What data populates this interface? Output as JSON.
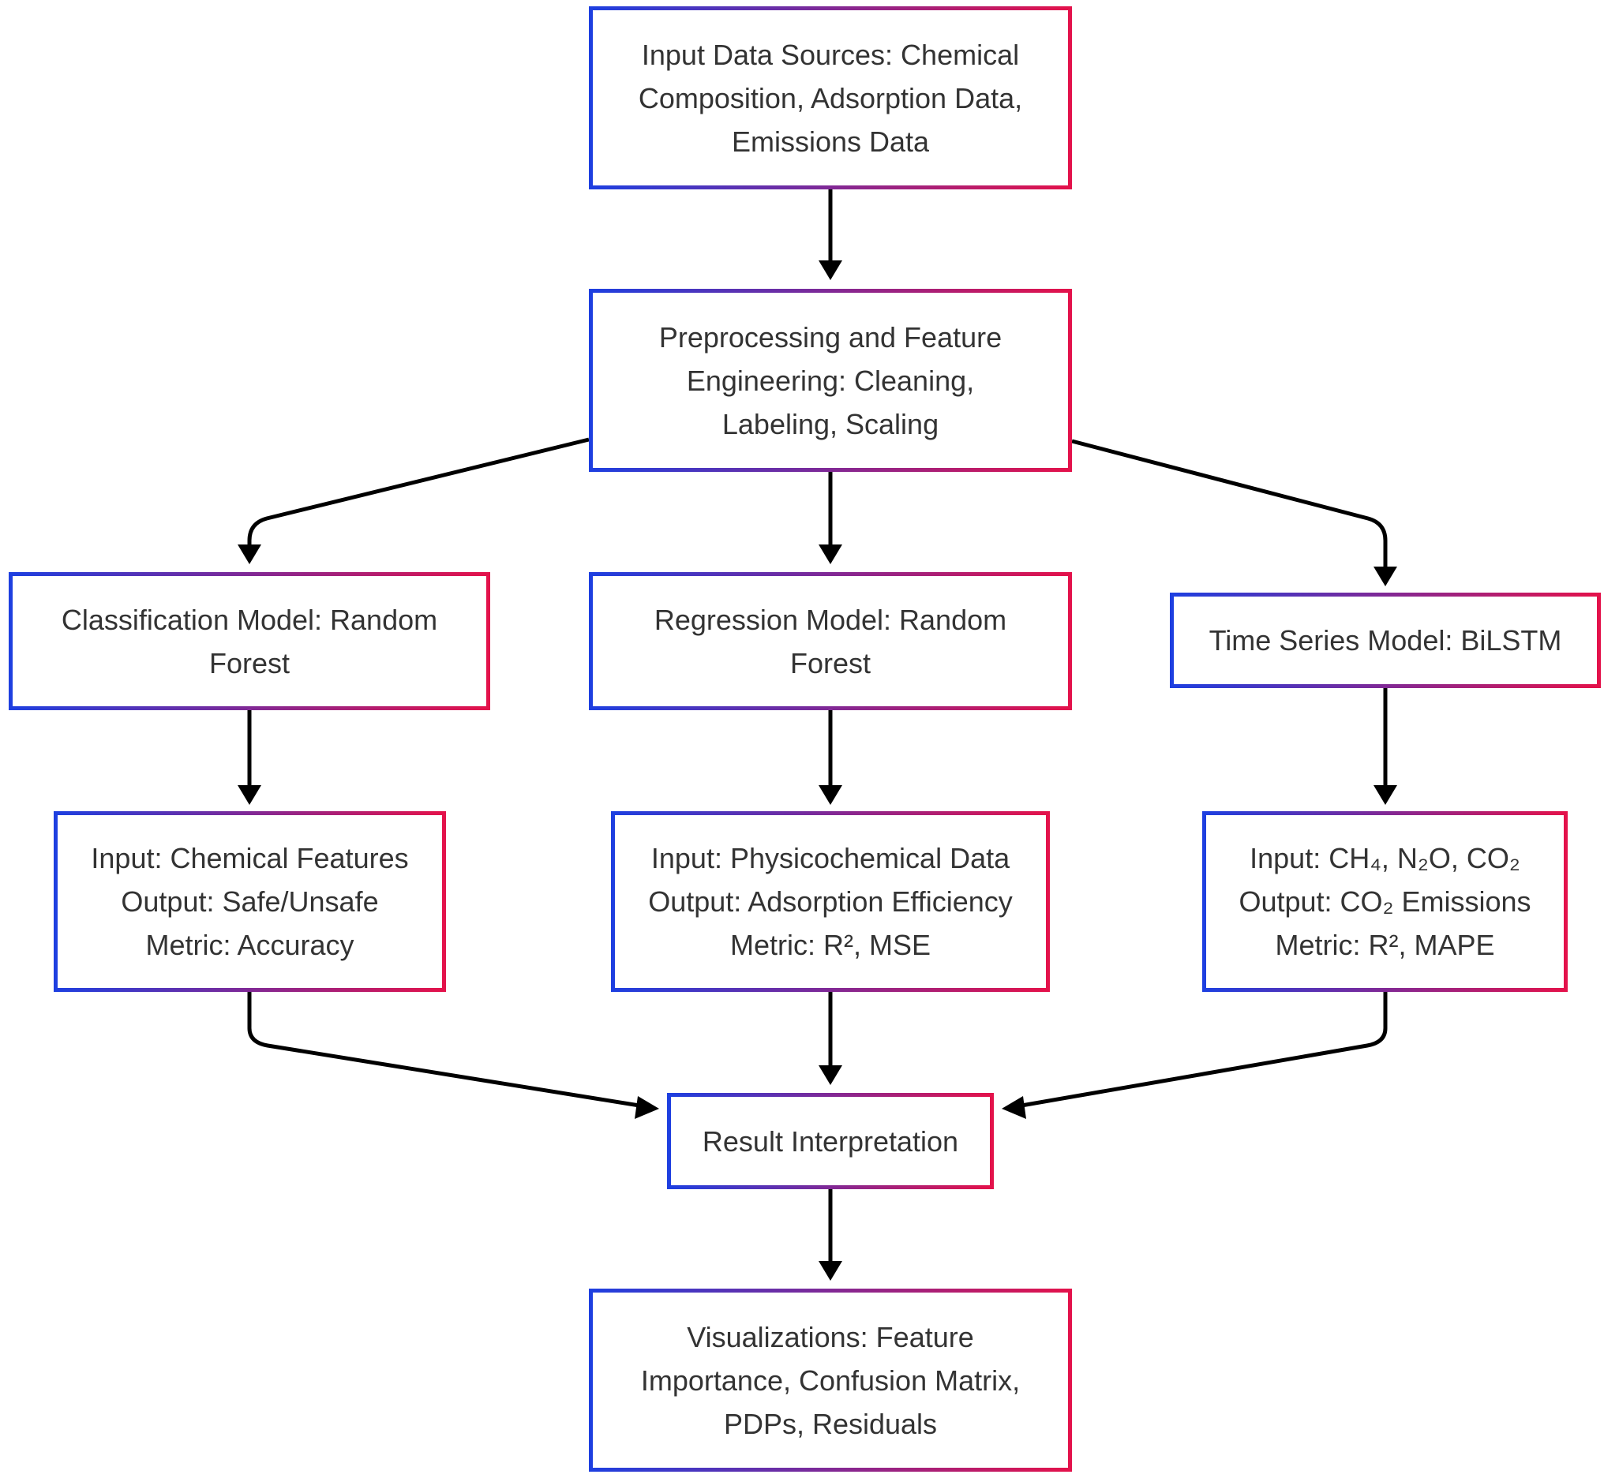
{
  "nodes": {
    "input_sources": {
      "lines": [
        "Input Data Sources: Chemical",
        "Composition, Adsorption Data,",
        "Emissions Data"
      ]
    },
    "preprocessing": {
      "lines": [
        "Preprocessing and Feature",
        "Engineering: Cleaning,",
        "Labeling, Scaling"
      ]
    },
    "classification_model": {
      "lines": [
        "Classification Model: Random",
        "Forest"
      ]
    },
    "regression_model": {
      "lines": [
        "Regression Model: Random",
        "Forest"
      ]
    },
    "time_series_model": {
      "lines": [
        "Time Series Model: BiLSTM"
      ]
    },
    "classification_details": {
      "lines": [
        "Input: Chemical Features",
        "Output: Safe/Unsafe",
        "Metric: Accuracy"
      ]
    },
    "regression_details": {
      "lines": [
        "Input: Physicochemical Data",
        "Output: Adsorption Efficiency",
        "Metric: R², MSE"
      ]
    },
    "time_series_details": {
      "lines": [
        "Input: CH₄, N₂O, CO₂",
        "Output: CO₂ Emissions",
        "Metric: R², MAPE"
      ]
    },
    "result_interpretation": {
      "lines": [
        "Result Interpretation"
      ]
    },
    "visualizations": {
      "lines": [
        "Visualizations: Feature",
        "Importance, Confusion Matrix,",
        "PDPs, Residuals"
      ]
    }
  },
  "colors": {
    "border_start": "#1e3fe0",
    "border_end": "#e3124b",
    "text": "#333333",
    "edge": "#000000"
  }
}
